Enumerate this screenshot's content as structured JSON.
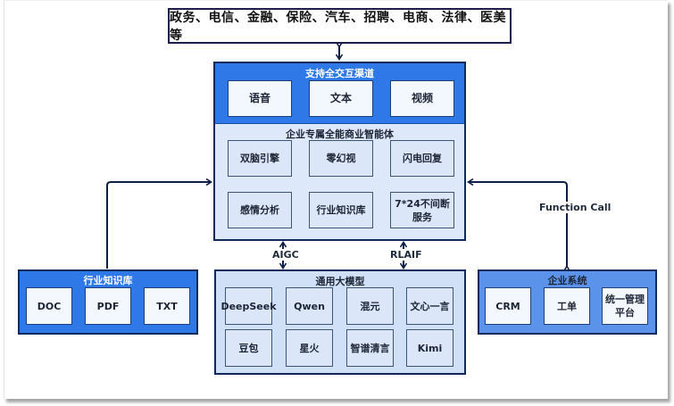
{
  "top_banner": {
    "text": "政务、电信、金融、保险、汽车、招聘、电商、法律、医美等"
  },
  "main_block": {
    "channels": {
      "title": "支持全交互渠道",
      "items": [
        "语音",
        "文本",
        "视频"
      ]
    },
    "agent": {
      "title": "企业专属全能商业智能体",
      "items": [
        "双脑引擎",
        "零幻视",
        "闪电回复",
        "感情分析",
        "行业知识库",
        "7*24不间断服务"
      ]
    }
  },
  "knowledge_base": {
    "title": "行业知识库",
    "items": [
      "DOC",
      "PDF",
      "TXT"
    ]
  },
  "enterprise_system": {
    "title": "企业系统",
    "items": [
      "CRM",
      "工单",
      "统一管理平台"
    ]
  },
  "llm_block": {
    "title": "通用大模型",
    "items": [
      "DeepSeek",
      "Qwen",
      "混元",
      "文心一言",
      "豆包",
      "星火",
      "智谱清言",
      "Kimi"
    ]
  },
  "connectors": {
    "aigc": "AIGC",
    "rlaif": "RLAIF",
    "function_call": "Function Call"
  },
  "colors": {
    "primary_blue": "#2f78e8",
    "medium_blue": "#5c93ea",
    "light_blue": "#dde9fa",
    "border_navy": "#102a5c"
  }
}
